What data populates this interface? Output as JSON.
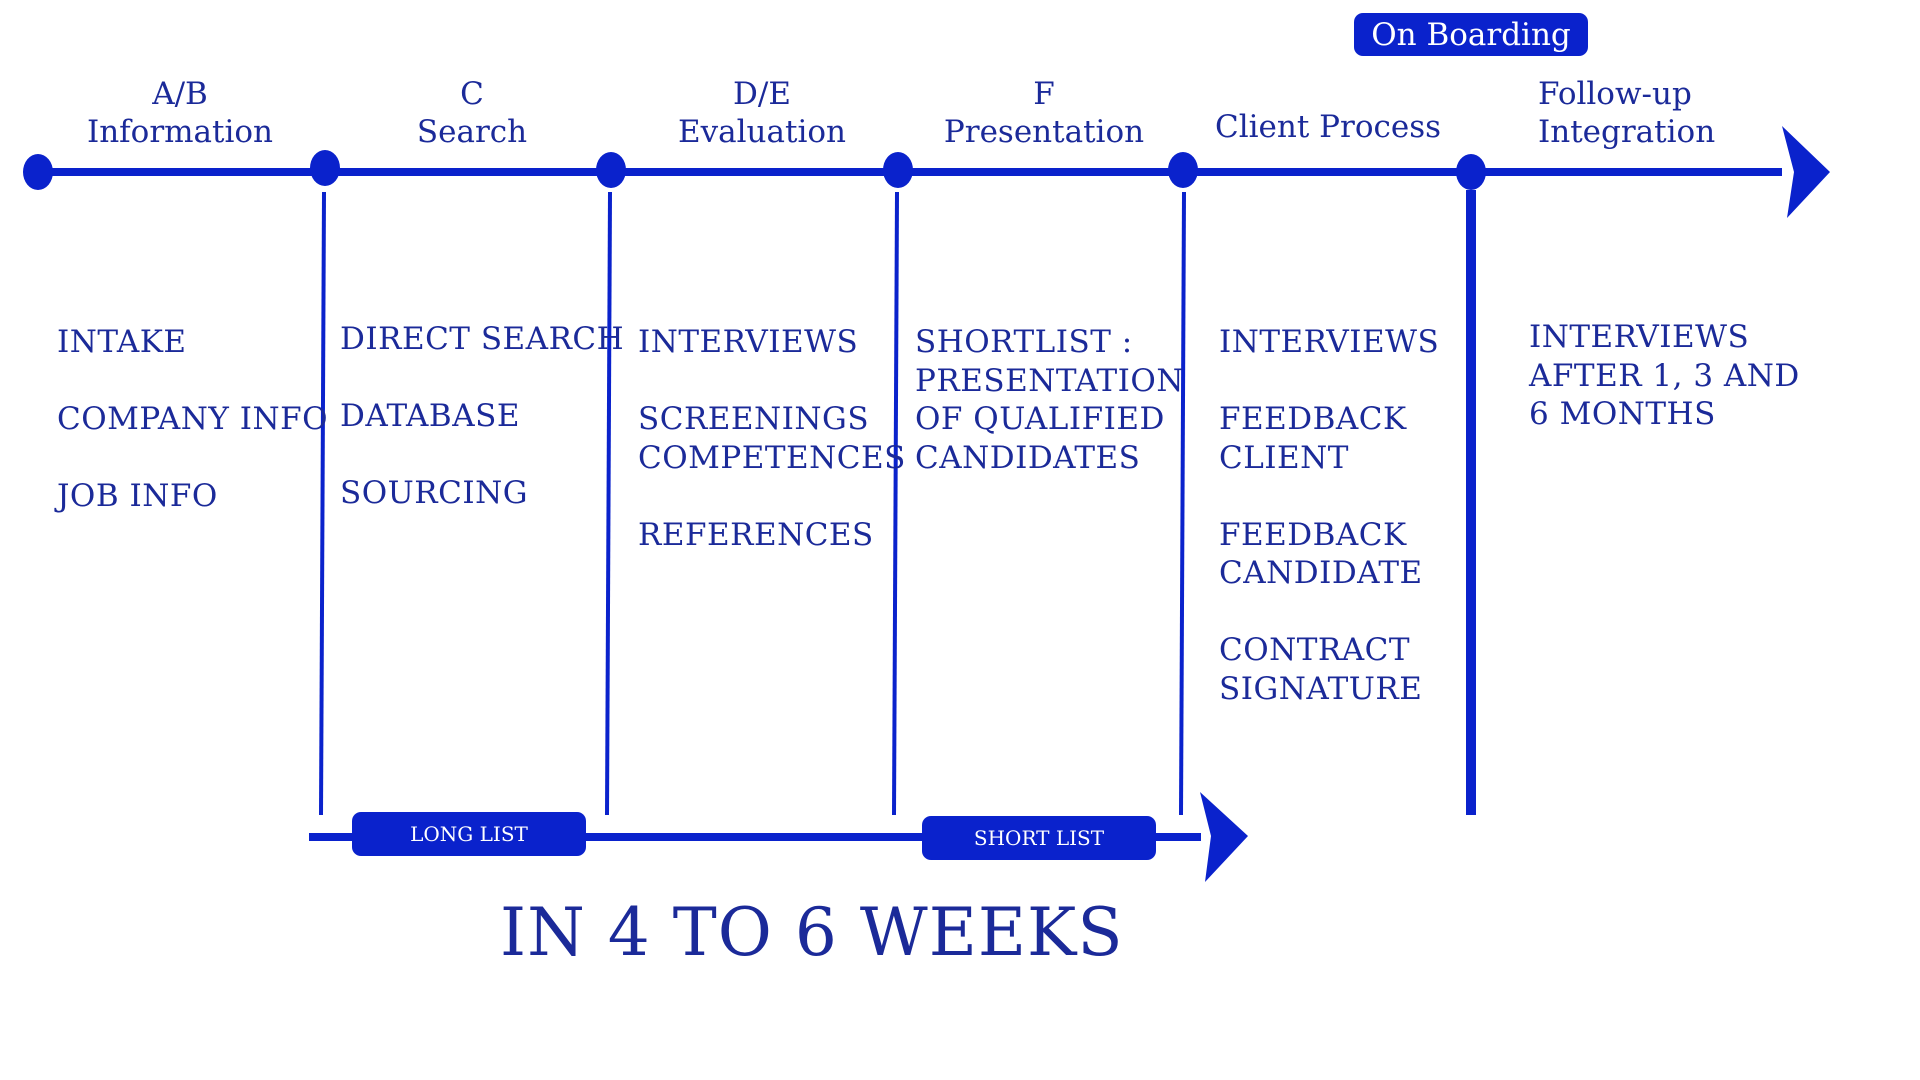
{
  "colors": {
    "line": "#0a22cc",
    "text": "#1b2a99",
    "pill_text": "#ffffff"
  },
  "onboarding_label": "On Boarding",
  "stages": [
    {
      "code": "A/B",
      "title": "Information",
      "items": [
        "INTAKE",
        "COMPANY INFO",
        "JOB INFO"
      ]
    },
    {
      "code": "C",
      "title": "Search",
      "items": [
        "DIRECT SEARCH",
        "DATABASE",
        "SOURCING"
      ]
    },
    {
      "code": "D/E",
      "title": "Evaluation",
      "items": [
        "INTERVIEWS",
        "SCREENINGS\nCOMPETENCES",
        "REFERENCES"
      ]
    },
    {
      "code": "F",
      "title": "Presentation",
      "items": [
        "SHORTLIST :\nPRESENTATION\nOF QUALIFIED\nCANDIDATES"
      ]
    },
    {
      "code": "",
      "title": "Client Process",
      "items": [
        "INTERVIEWS",
        "FEEDBACK\nCLIENT",
        "FEEDBACK\nCANDIDATE",
        "CONTRACT\nSIGNATURE"
      ]
    },
    {
      "code": "Follow-up",
      "title": "Integration",
      "items": [
        "INTERVIEWS\nAFTER 1, 3 AND\n6 MONTHS"
      ]
    }
  ],
  "timeline_bottom": {
    "long_list": "LONG LIST",
    "short_list": "SHORT LIST"
  },
  "duration": "IN 4 TO 6 WEEKS"
}
